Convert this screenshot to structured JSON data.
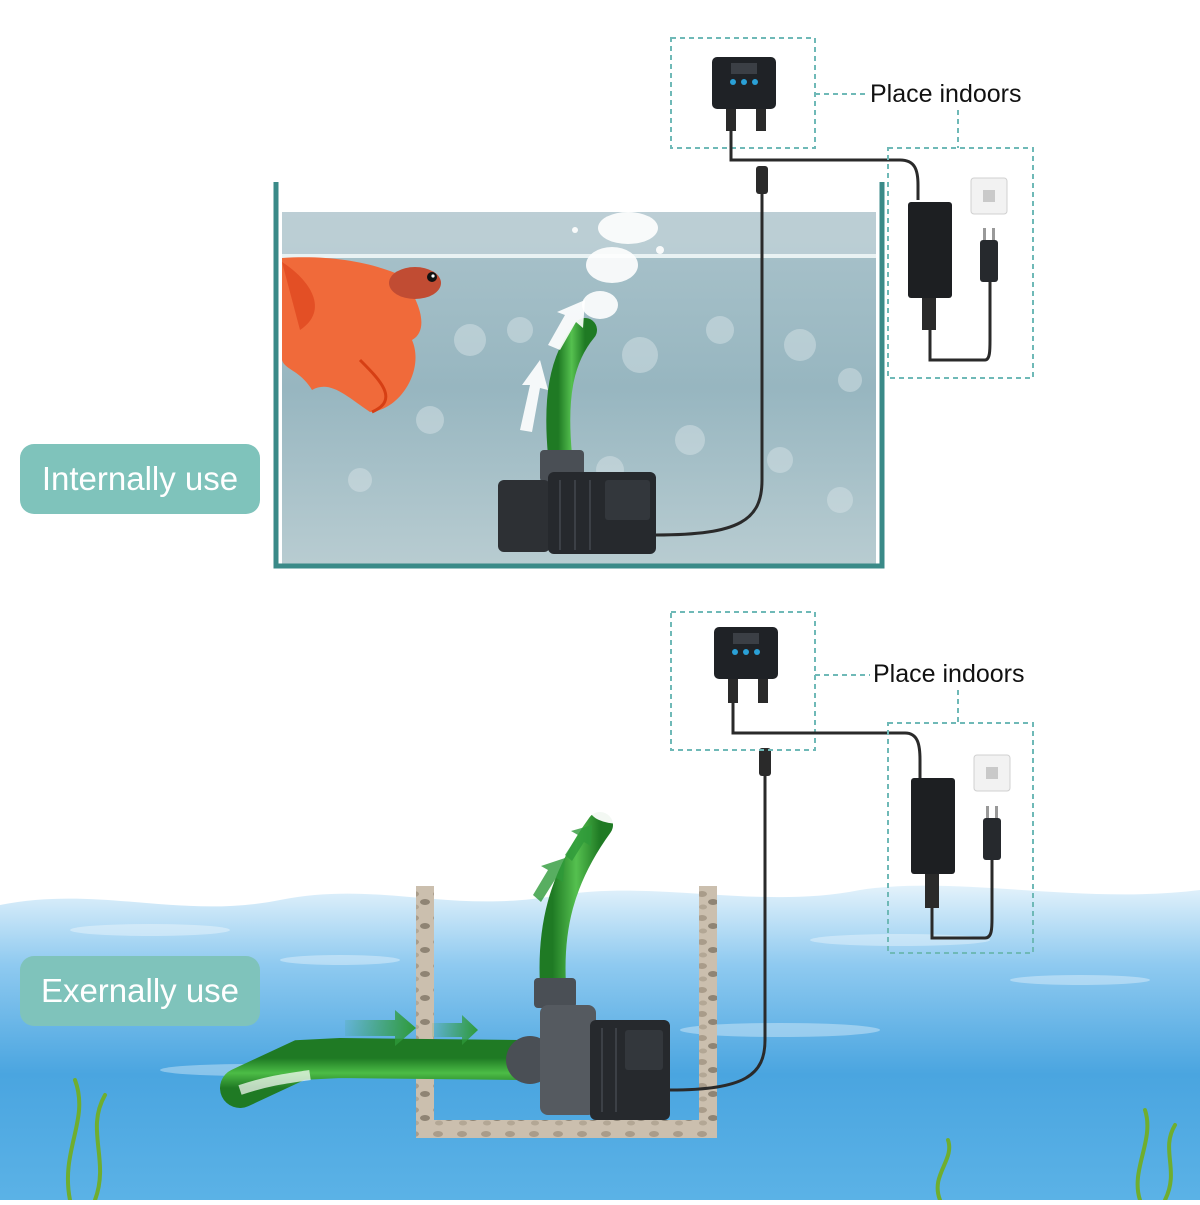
{
  "colors": {
    "accent_pill": "#7fc3bb",
    "guide_dashes": "#6fb9b7",
    "hose_green": "#3fa83c",
    "tank_water": "#9fbcc4",
    "sea_water": "#4aa5e0"
  },
  "sections": [
    {
      "label": "Internally use",
      "callout": "Place indoors"
    },
    {
      "label": "Exernally use",
      "callout": "Place indoors"
    }
  ],
  "icons": [
    "betta-fish-icon",
    "aquarium-tank-icon",
    "water-pump-icon",
    "controller-icon",
    "power-adapter-icon",
    "wall-socket-icon",
    "power-plug-icon",
    "flow-arrow-icon",
    "water-splash-icon",
    "seaweed-icon"
  ]
}
